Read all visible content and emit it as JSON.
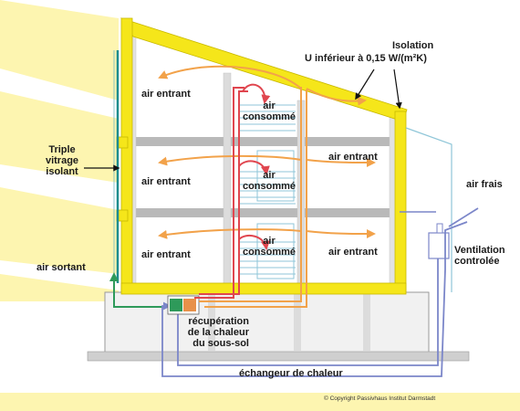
{
  "labels": {
    "isolation_title": "Isolation",
    "isolation_value": "U inférieur à 0,15 W/(m²K)",
    "triple_glazing": [
      "Triple",
      "vitrage",
      "isolant"
    ],
    "air_entrant": "air entrant",
    "air_consomme": [
      "air",
      "consommé"
    ],
    "air_frais": "air frais",
    "air_sortant": "air sortant",
    "ventilation": [
      "Ventilation",
      "controlée"
    ],
    "recuperation": [
      "récupération",
      "de la chaleur",
      "du sous-sol"
    ],
    "echangeur": "échangeur de chaleur",
    "copyright": "© Copyright Passivhaus Institut Darmstadt"
  },
  "colors": {
    "insulation": "#f5e61a",
    "insulation_edge": "#c8b800",
    "sun": "#fdf5b0",
    "supply_air": "#f2a24a",
    "extract_air": "#e0464f",
    "fresh_air": "#7b86c9",
    "exhaust_air": "#2e9a5a",
    "floor": "#b9b9b9",
    "wall": "#d9d9d9"
  }
}
